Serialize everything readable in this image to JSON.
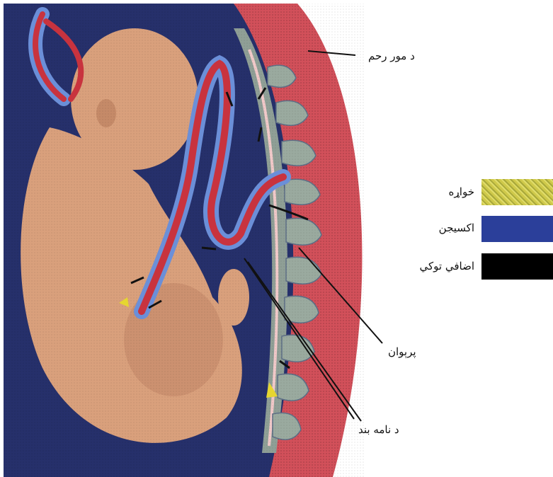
{
  "labels": {
    "uterus_wall": "د مور رحم",
    "placenta": "پرېوان",
    "umbilical_cord": "د نامه بند"
  },
  "legend": [
    {
      "label": "خواړه",
      "color": "#c9c640",
      "pattern": "speckled"
    },
    {
      "label": "اکسیجن",
      "color": "#2b3f9a",
      "pattern": "solid"
    },
    {
      "label": "اضافي توکي",
      "color": "#000000",
      "pattern": "solid"
    }
  ],
  "colors": {
    "background": "#26306b",
    "uterus": "#d2505a",
    "fetus": "#d9a07c",
    "placenta": "#8f9f96",
    "artery": "#c8333e",
    "vein": "#4a6ec8"
  }
}
